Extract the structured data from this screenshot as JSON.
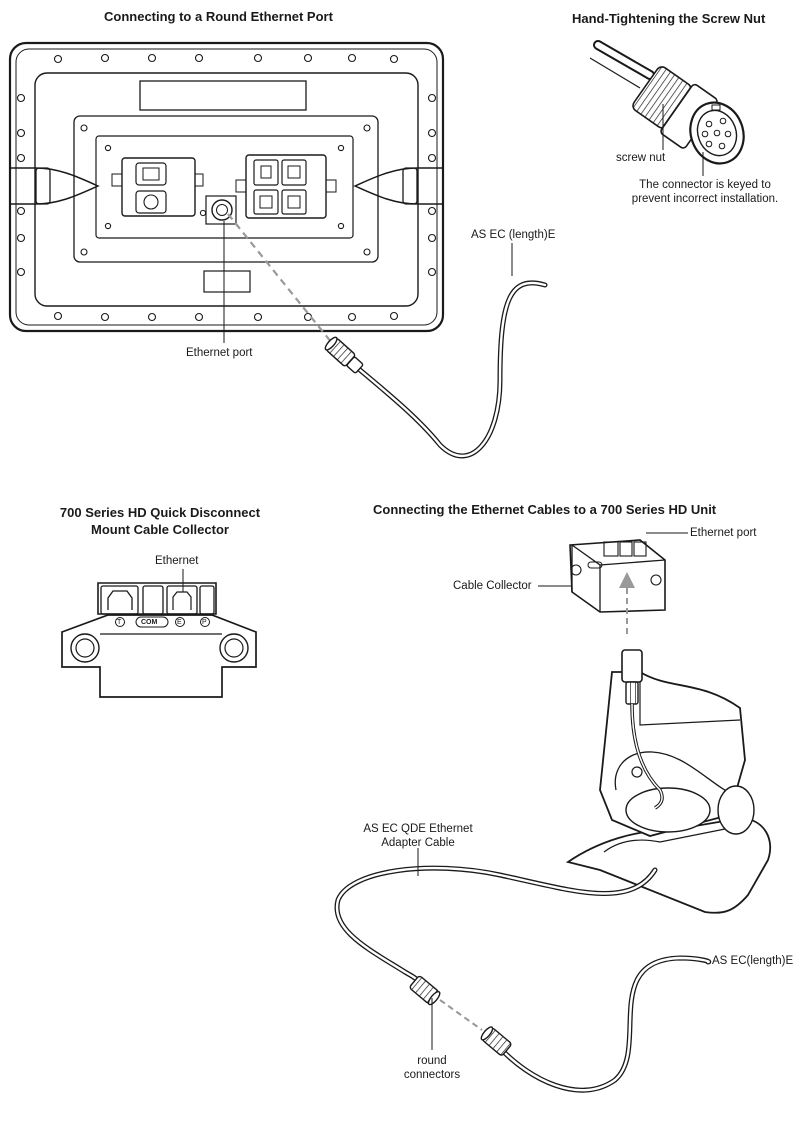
{
  "headings": {
    "round_port": "Connecting to a Round Ethernet Port",
    "screw_nut": "Hand-Tightening the Screw Nut",
    "collector_line1": "700 Series HD Quick Disconnect",
    "collector_line2": "Mount Cable Collector",
    "cables_700": "Connecting the Ethernet Cables to a 700 Series HD Unit"
  },
  "labels": {
    "ethernet_port_unit": "Ethernet port",
    "as_ec_cable_top": "AS EC (length)E",
    "screw_nut": "screw nut",
    "keyed_line1": "The connector is keyed to",
    "keyed_line2": "prevent incorrect installation.",
    "collector_ethernet": "Ethernet",
    "collector_t": "T",
    "collector_com": "COM",
    "collector_e": "E",
    "collector_p": "P",
    "mount_ethernet_port": "Ethernet port",
    "cable_collector": "Cable Collector",
    "qde_line1": "AS EC QDE Ethernet",
    "qde_line2": "Adapter Cable",
    "as_ec_cable_bottom": "AS EC(length)E",
    "round_line1": "round",
    "round_line2": "connectors"
  }
}
